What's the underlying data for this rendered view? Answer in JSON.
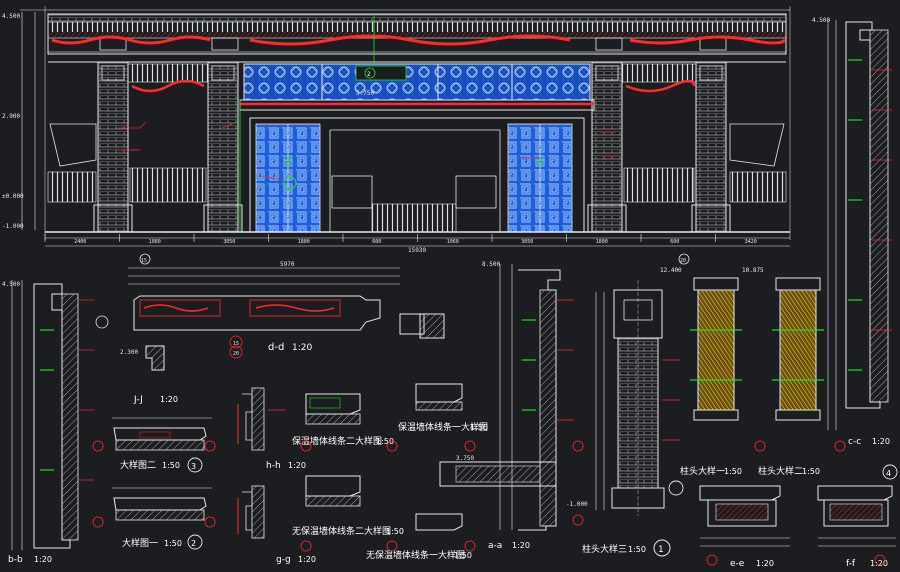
{
  "elevation": {
    "dim_top_left": "4.500",
    "dim_left_2": "2.900",
    "dim_left_3": "±0.000",
    "dim_left_4": "-1.000",
    "center_elev": "3.750",
    "center_tag": "2",
    "dim_main": "15930",
    "axis_left": "15",
    "axis_right": "20",
    "dims_row": [
      "2400",
      "1080",
      "3050",
      "1800",
      "600",
      "1060",
      "3050",
      "1800",
      "600",
      "3420"
    ]
  },
  "right_strip": {
    "top_elev": "4.500",
    "label": "c-c",
    "scale": "1:20"
  },
  "section_bb": {
    "label": "b-b",
    "scale": "1:20",
    "elev": "4.500"
  },
  "plan_dd": {
    "label": "d-d",
    "scale": "1:20",
    "dim_top": "5970",
    "elev": "2.300",
    "axis_a": "15",
    "axis_b": "20"
  },
  "detail_jj": {
    "label": "J-J",
    "scale": "1:20"
  },
  "detail_big2": {
    "label": "大样图二",
    "scale": "1:50",
    "num": "3"
  },
  "detail_big1": {
    "label": "大样图一",
    "scale": "1:50",
    "num": "2"
  },
  "detail_hh": {
    "label": "h-h",
    "scale": "1:20"
  },
  "detail_gg": {
    "label": "g-g",
    "scale": "1:20"
  },
  "detail_wall2": {
    "label": "保温墙体线条二大样图",
    "scale": "1:50"
  },
  "detail_wall1": {
    "label": "保温墙体线条一大样图",
    "scale": "1:50"
  },
  "detail_nowall2": {
    "label": "无保温墙体线条二大样图",
    "scale": "1:50"
  },
  "detail_nowall1": {
    "label": "无保温墙体线条一大样图",
    "scale": "1:50"
  },
  "section_aa": {
    "label": "a-a",
    "scale": "1:20",
    "elev_top": "8.500",
    "elev_mid": "3.750",
    "elev_bot": "-1.000"
  },
  "column_big3": {
    "label": "柱头大样三",
    "scale": "1:50",
    "num": "1"
  },
  "column_big1": {
    "label": "柱头大样一",
    "scale": "1:50",
    "elev": "12.400"
  },
  "column_big2": {
    "label": "柱头大样二",
    "scale": "1:50",
    "elev": "10.875"
  },
  "section_ee": {
    "label": "e-e",
    "scale": "1:20"
  },
  "section_ff": {
    "label": "f-f",
    "scale": "1:20",
    "num": "4"
  },
  "colors": {
    "bg": "#1c1d21",
    "line": "#e8e8e8",
    "red": "#ff2a2a",
    "green": "#22dd22",
    "blue": "#1e5fd8",
    "yellow": "#e8e020",
    "cyan": "#30d8e8"
  }
}
